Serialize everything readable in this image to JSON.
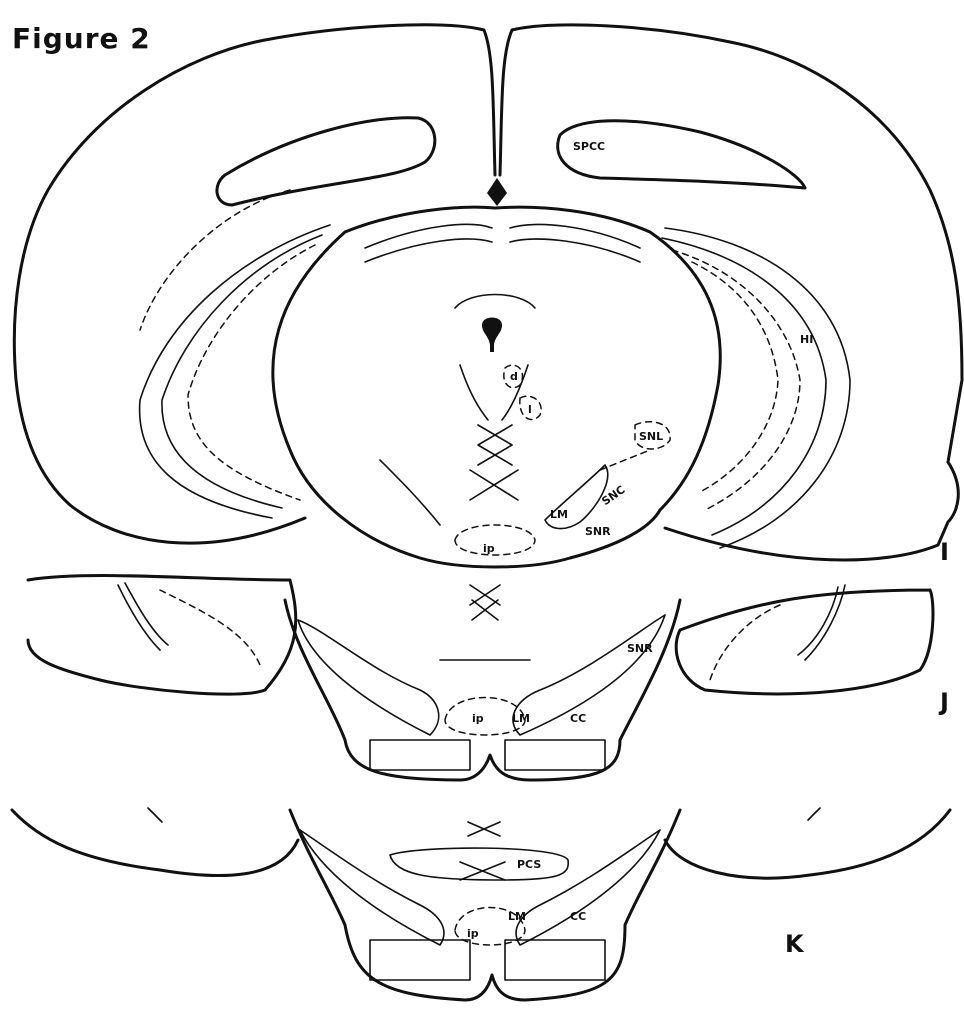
{
  "figure": {
    "title": "Figure 2"
  },
  "sections": [
    {
      "id": "I",
      "label": "I"
    },
    {
      "id": "J",
      "label": "J"
    },
    {
      "id": "K",
      "label": "K"
    }
  ],
  "labels": {
    "i": {
      "spcc": "SPCC",
      "hi": "HI",
      "snl": "SNL",
      "snc": "SNC",
      "snr": "SNR",
      "lm": "LM",
      "ip": "ip",
      "d": "d",
      "l": "l"
    },
    "j": {
      "snr": "SNR",
      "ip": "ip",
      "lm": "LM",
      "cc": "CC"
    },
    "k": {
      "pcs": "PCS",
      "ip": "ip",
      "lm": "LM",
      "cc": "CC"
    }
  },
  "colors": {
    "ink": "#111111",
    "paper": "#ffffff"
  }
}
